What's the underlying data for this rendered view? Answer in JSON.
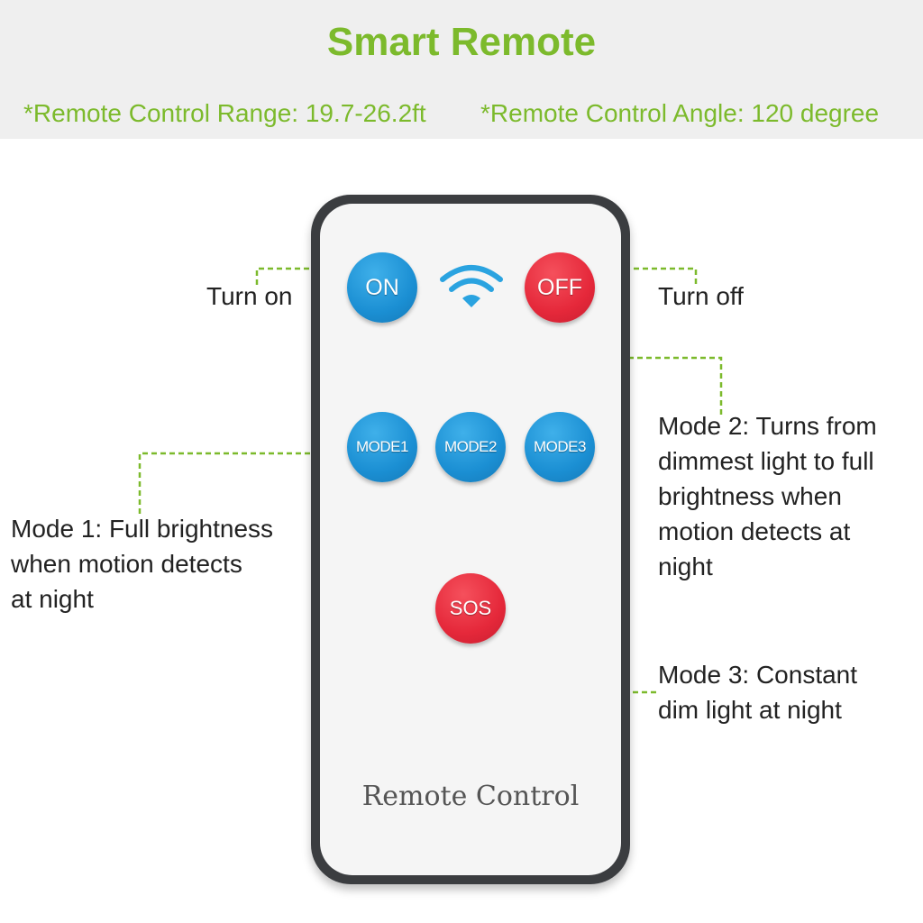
{
  "header": {
    "title": "Smart Remote",
    "range": "*Remote Control Range: 19.7-26.2ft",
    "angle": "*Remote Control Angle: 120 degree"
  },
  "remote": {
    "label": "Remote Control",
    "buttons": {
      "on": "ON",
      "off": "OFF",
      "mode1": "MODE1",
      "mode2": "MODE2",
      "mode3": "MODE3",
      "sos": "SOS"
    },
    "icons": [
      "wifi-signal-icon"
    ]
  },
  "callouts": {
    "turn_on": "Turn on",
    "turn_off": "Turn off",
    "mode1": [
      "Mode 1: Full brightness",
      "when motion detects",
      "at night"
    ],
    "mode2": [
      "Mode 2: Turns from",
      "dimmest light to full",
      "brightness when",
      "motion detects at",
      "night"
    ],
    "mode3": [
      "Mode 3: Constant",
      "dim light at night"
    ]
  },
  "colors": {
    "accent_green": "#7cba2c",
    "button_blue": "#1b8fd3",
    "button_red": "#e5283a",
    "remote_body": "#3b3d40"
  }
}
